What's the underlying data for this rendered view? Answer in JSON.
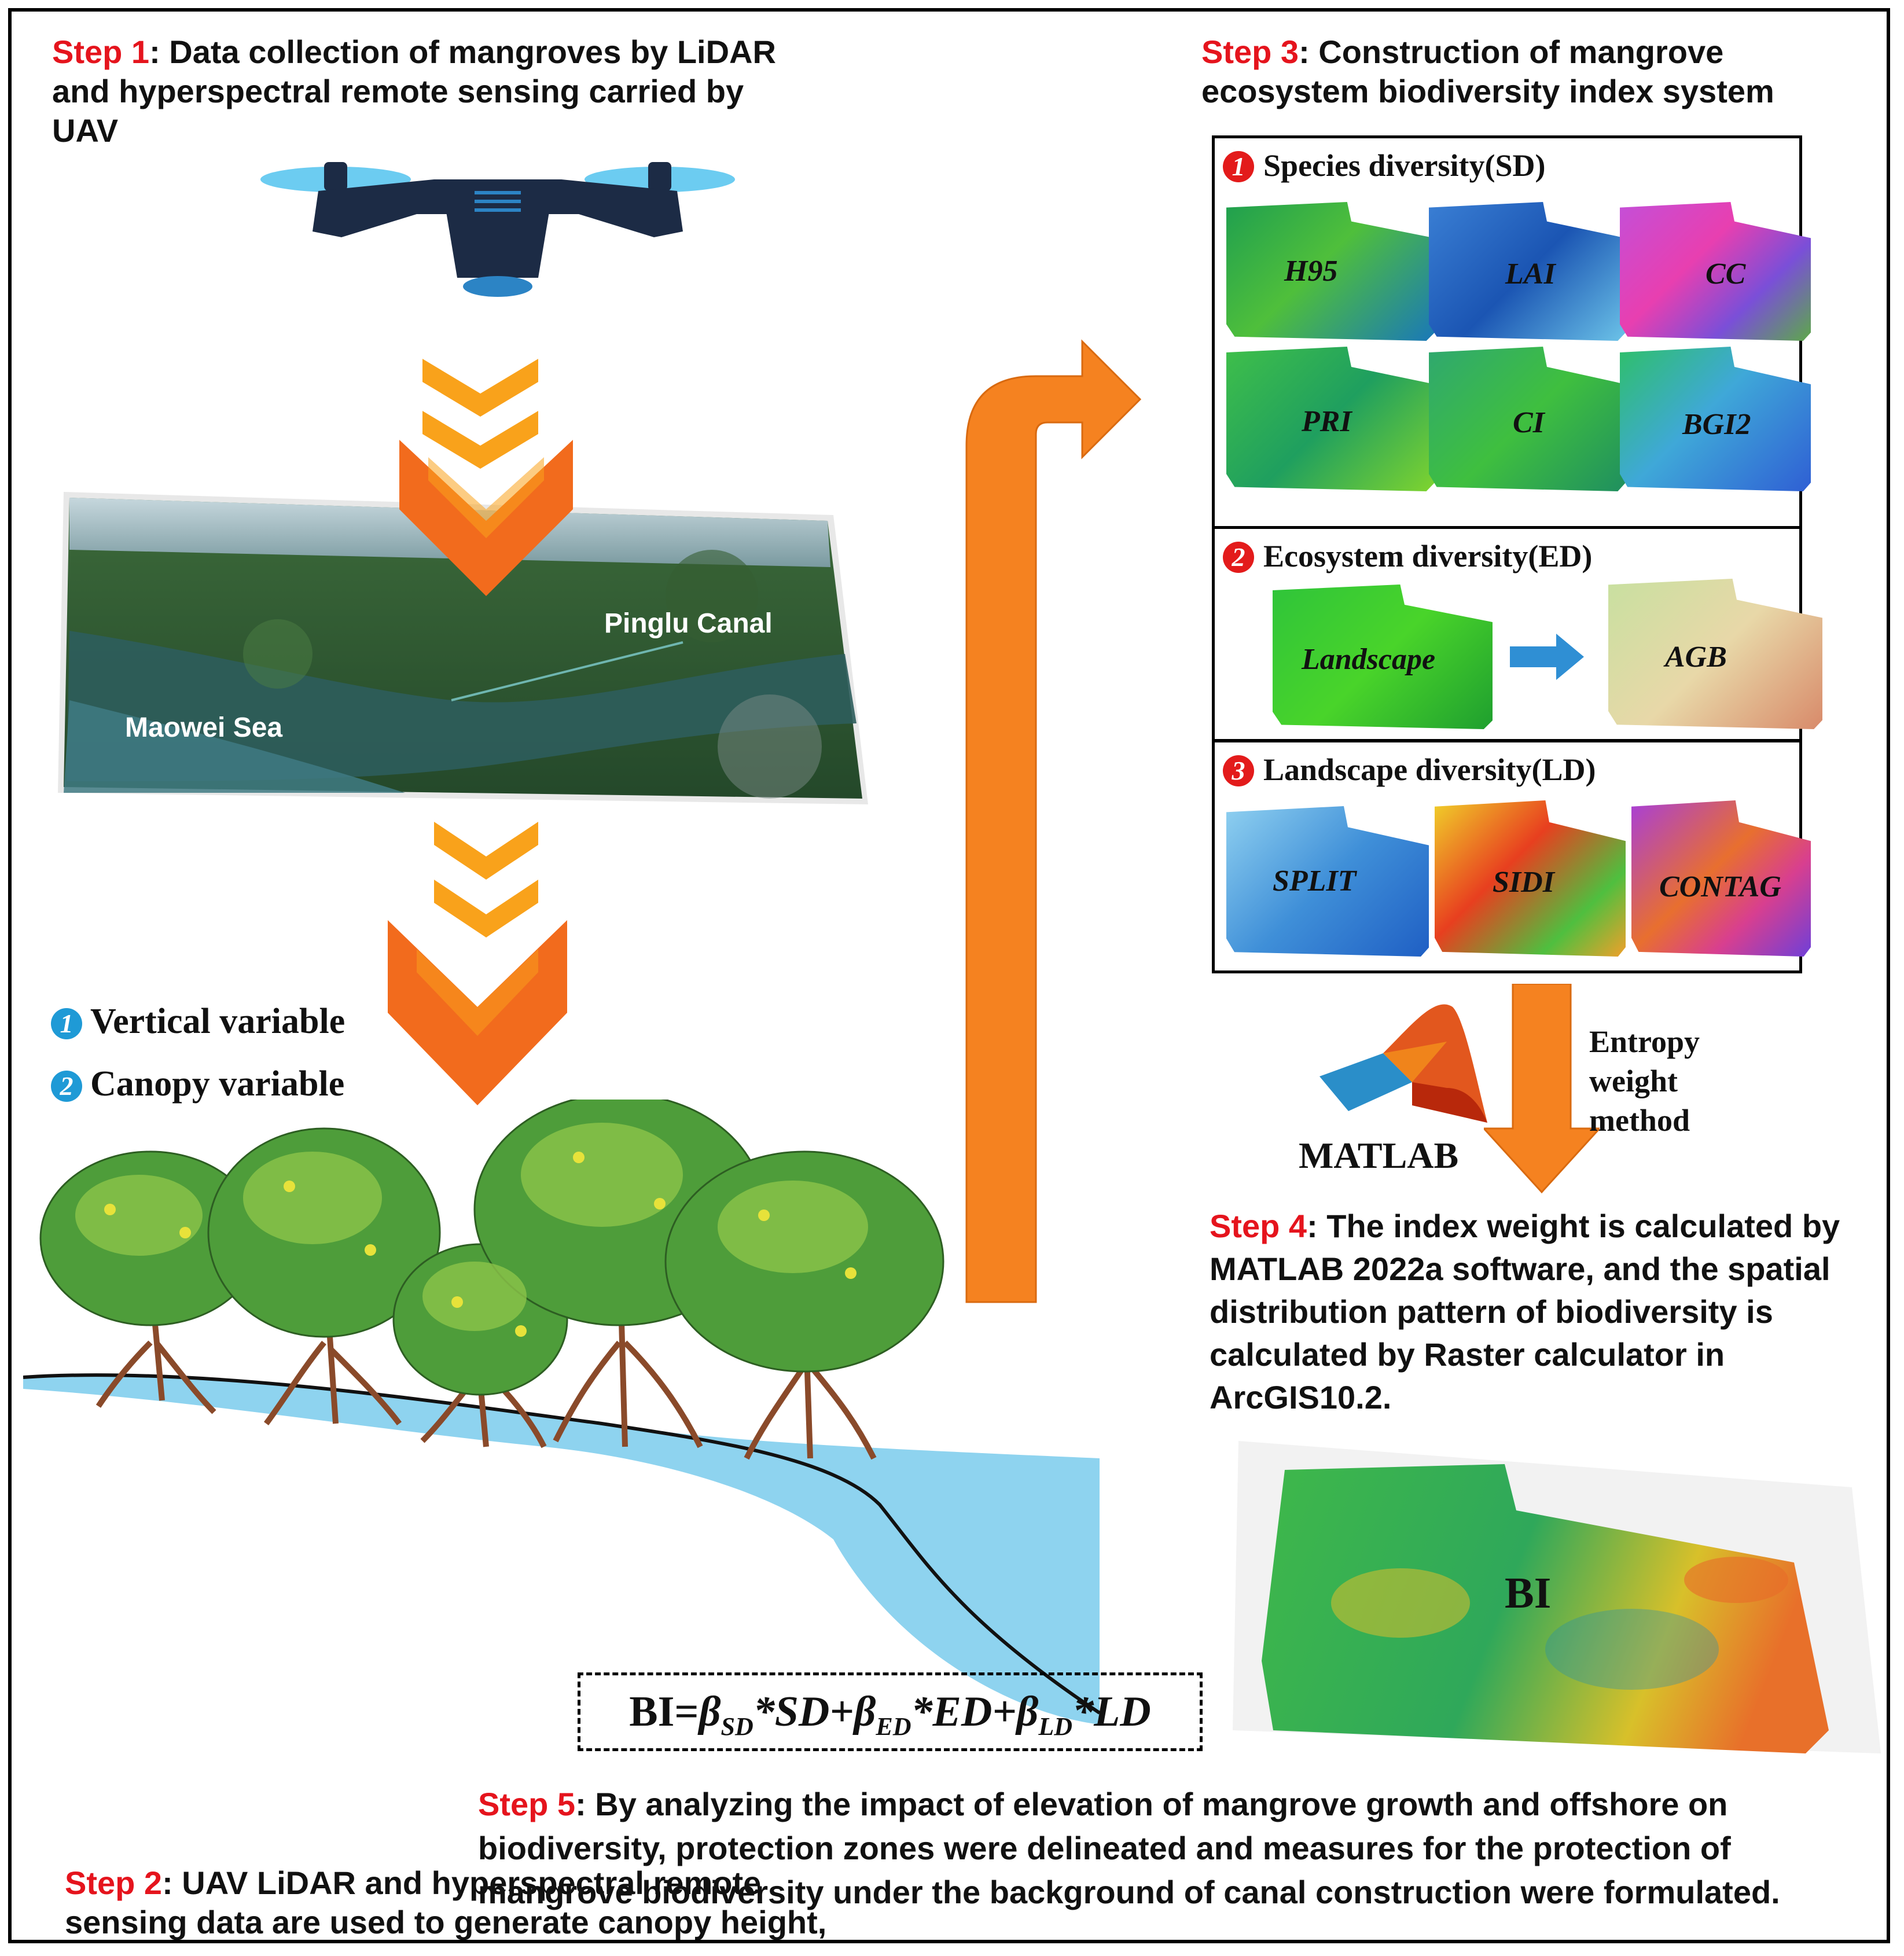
{
  "step1": {
    "label": "Step 1",
    "text": ": Data collection of mangroves by LiDAR and hyperspectral remote sensing carried by UAV"
  },
  "map": {
    "label_canal": "Pinglu Canal",
    "label_sea": "Maowei Sea"
  },
  "variables": [
    {
      "num": "1",
      "text": "Vertical variable"
    },
    {
      "num": "2",
      "text": "Canopy variable"
    }
  ],
  "step2": {
    "label": "Step 2",
    "text": ": UAV LiDAR and hyperspectral remote sensing data are used to generate canopy height, biomass and various vegetation indexes."
  },
  "step3": {
    "label": "Step 3",
    "text": ": Construction of mangrove ecosystem biodiversity index system"
  },
  "sd": {
    "num": "1",
    "title": "Species diversity(SD)",
    "items": [
      "H95",
      "LAI",
      "CC",
      "PRI",
      "CI",
      "BGI2"
    ]
  },
  "ed": {
    "num": "2",
    "title": "Ecosystem diversity(ED)",
    "items": [
      "Landscape",
      "AGB"
    ]
  },
  "ld": {
    "num": "3",
    "title": "Landscape diversity(LD)",
    "items": [
      "SPLIT",
      "SIDI",
      "CONTAG"
    ]
  },
  "matlab": {
    "label": "MATLAB",
    "method": [
      "Entropy",
      "weight",
      "method"
    ]
  },
  "step4": {
    "label": "Step 4",
    "text": ": The index weight is calculated by MATLAB 2022a software, and the spatial distribution pattern of biodiversity is calculated by Raster calculator in ArcGIS10.2."
  },
  "bi_map": {
    "label": "BI"
  },
  "formula": {
    "lhs": "BI=",
    "b1": "β",
    "s1": "SD",
    "t1": "*SD+",
    "b2": "β",
    "s2": "ED",
    "t2": "*ED+",
    "b3": "β",
    "s3": "LD",
    "t3": "*LD"
  },
  "step5": {
    "label": "Step 5",
    "text": ": By analyzing the impact of elevation of mangrove growth and offshore on biodiversity, protection zones were delineated and measures for the protection of mangrove biodiversity under the background of canal construction were formulated."
  },
  "colors": {
    "step_red": "#e5141d",
    "arrow_orange": "#f58220",
    "badge_blue": "#1f9ad6",
    "badge_red": "#e31b1b"
  }
}
